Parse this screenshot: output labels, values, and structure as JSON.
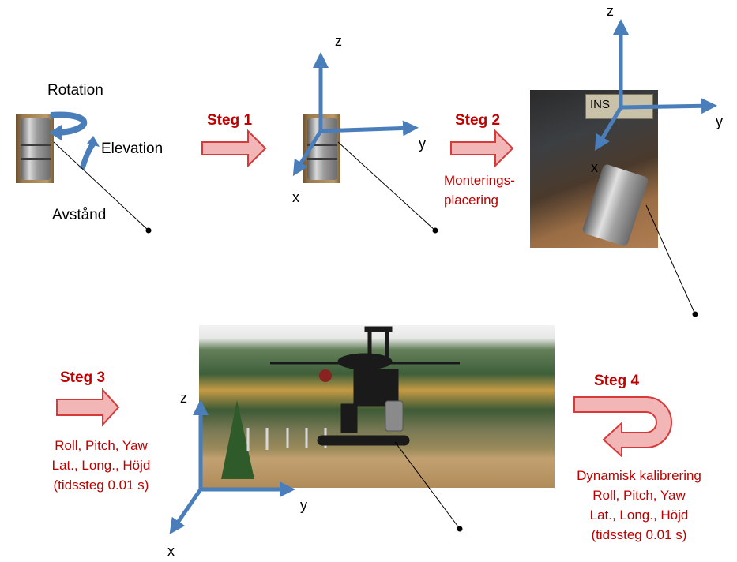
{
  "stage1": {
    "rotation_label": "Rotation",
    "elevation_label": "Elevation",
    "distance_label": "Avstånd"
  },
  "steps": {
    "step1": "Steg 1",
    "step2": "Steg 2",
    "step3": "Steg 3",
    "step4": "Steg 4"
  },
  "step2_note": {
    "line1": "Monterings-",
    "line2": "placering"
  },
  "axes": {
    "x": "x",
    "y": "y",
    "z": "z"
  },
  "ins_label": "INS",
  "step3_note": {
    "line1": "Roll, Pitch, Yaw",
    "line2": "Lat., Long., Höjd",
    "line3": "(tidssteg 0.01 s)"
  },
  "step4_note": {
    "line1": "Dynamisk kalibrering",
    "line2": "Roll, Pitch, Yaw",
    "line3": "Lat., Long., Höjd",
    "line4": "(tidssteg 0.01 s)"
  },
  "colors": {
    "axis_blue": "#4a7ebb",
    "step_red": "#c00000",
    "arrow_fill": "#f2b6b6",
    "arrow_stroke": "#d63a3a"
  }
}
